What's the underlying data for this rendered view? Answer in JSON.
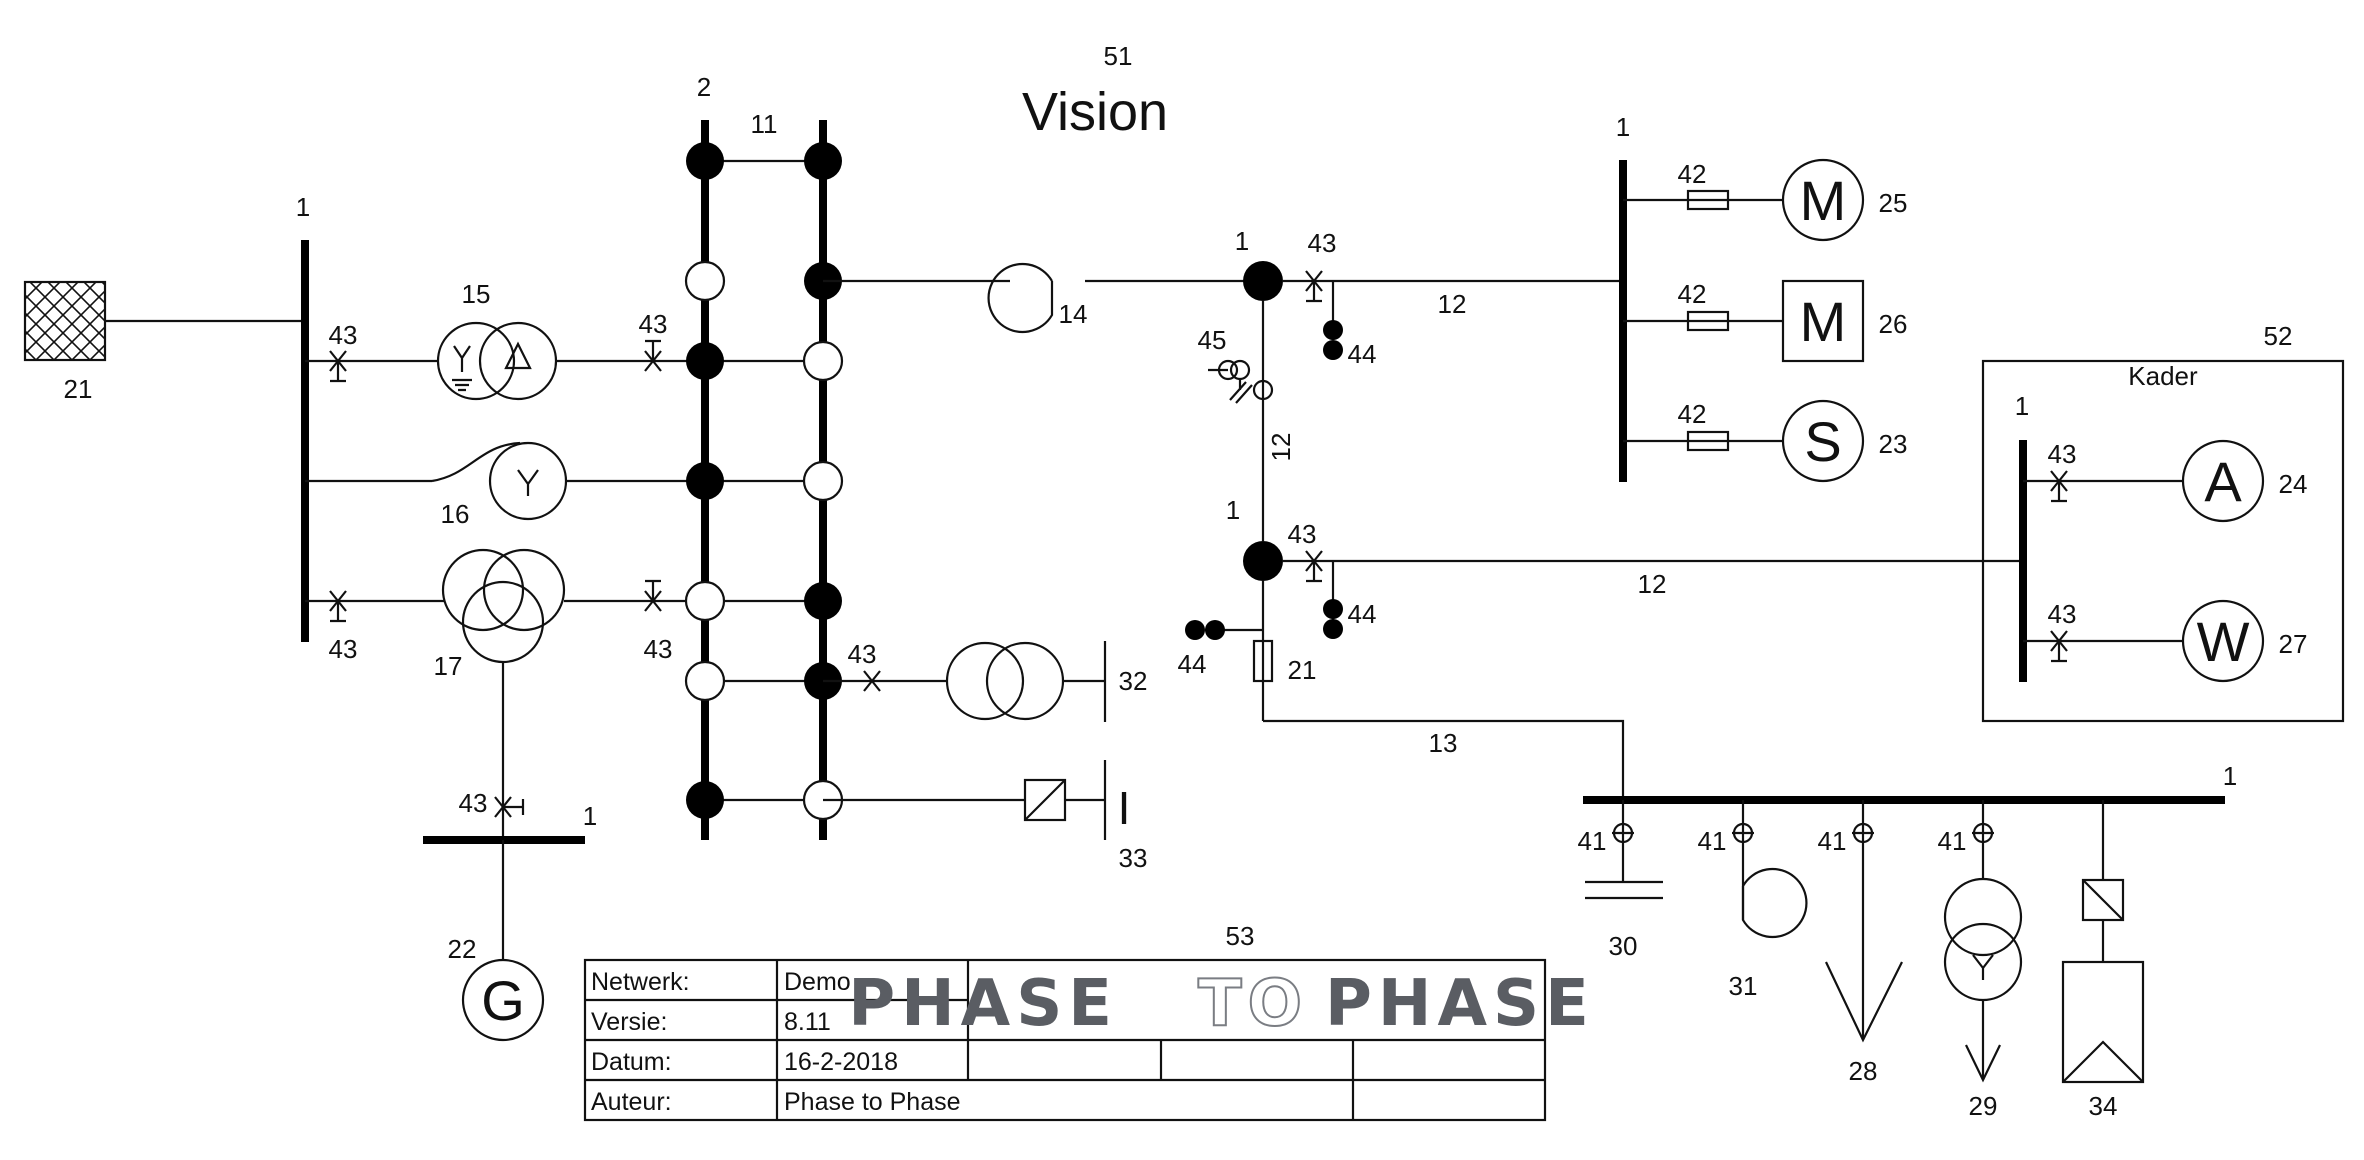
{
  "title": "Vision",
  "frame_label": "Kader",
  "labels": {
    "title_num": "51",
    "frame_num": "52",
    "titleblock_num": "53",
    "busbar": "1",
    "double_busbar": "2",
    "coupler": "11",
    "link": "12",
    "cable": "13",
    "reactor": "14",
    "petersen_coil": "15",
    "earthing_transformer": "16",
    "three_winding_transformer": "17",
    "fuse": "21",
    "generator": "22",
    "synchronous_motor": "23",
    "battery": "24",
    "async_motor": "25",
    "async_motor_group": "26",
    "wind_turbine": "27",
    "load": "28",
    "transformer_load": "29",
    "capacitor": "30",
    "coil": "31",
    "source_transformer": "32",
    "converter": "33",
    "pv": "34",
    "measure_field": "41",
    "fuse_field": "42",
    "circuit_breaker": "43",
    "transducers": "44",
    "special_transformer": "45"
  },
  "symbols": {
    "motor": "M",
    "sync": "S",
    "battery": "A",
    "wind": "W",
    "generator": "G",
    "wye": "Y",
    "delta": "Δ",
    "converter_bar": "I"
  },
  "title_block": {
    "rows": [
      {
        "label": "Netwerk:",
        "value": "Demo"
      },
      {
        "label": "Versie:",
        "value": "8.11"
      },
      {
        "label": "Datum:",
        "value": "16-2-2018"
      },
      {
        "label": "Auteur:",
        "value": "Phase to Phase"
      }
    ],
    "logo": {
      "left": "PHASE",
      "middle": "TO",
      "right": "PHASE"
    }
  },
  "colors": {
    "ink": "#111111",
    "logo_grey": "#5a5d63"
  }
}
